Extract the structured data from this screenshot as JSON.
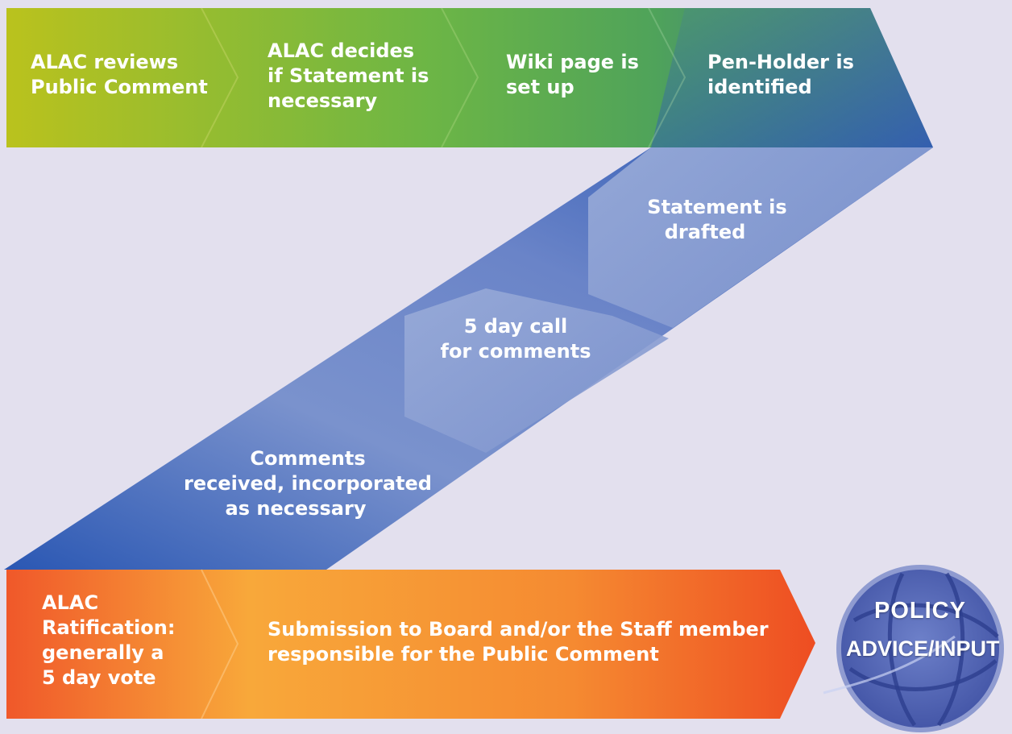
{
  "steps": {
    "reviews": [
      "ALAC reviews",
      "Public Comment"
    ],
    "decides": [
      "ALAC decides",
      "if Statement is",
      "necessary"
    ],
    "wiki": [
      "Wiki page is",
      "set up"
    ],
    "penholder": [
      "Pen-Holder is",
      "identified"
    ],
    "drafted": [
      "Statement is",
      "drafted"
    ],
    "call": [
      "5 day call",
      "for comments"
    ],
    "received": [
      "Comments",
      "received, incorporated",
      "as necessary"
    ],
    "ratification": [
      "ALAC",
      "Ratification:",
      "generally a",
      "5 day vote"
    ],
    "submission": [
      "Submission to Board and/or the Staff member",
      "responsible for the Public Comment"
    ]
  },
  "badge": {
    "line1": "POLICY",
    "line2": "ADVICE/INPUT"
  },
  "colors": {
    "background": "#e3e0ee",
    "top_band_start": "#b8c21e",
    "top_band_mid": "#6fb744",
    "top_band_end": "#3f6fa8",
    "diagonal_blue": "#5a76c2",
    "hexagon_blue": "#8a9fd3",
    "bottom_band_start": "#f15a2b",
    "bottom_band_mid": "#f7a33a",
    "bottom_band_end": "#ef4f23",
    "badge_blue": "#5a6fbd"
  }
}
